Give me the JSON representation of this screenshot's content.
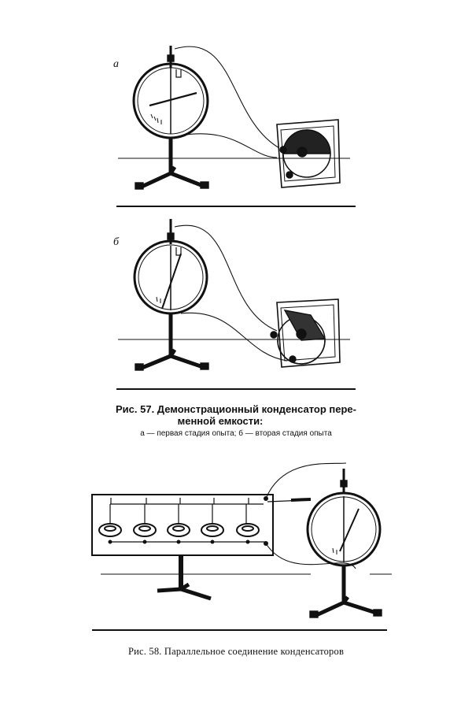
{
  "figure57": {
    "panel_a_label": "а",
    "panel_b_label": "б",
    "caption_line1": "Рис. 57. Демонстрационный конденсатор пере-",
    "caption_line2": "менной емкости:",
    "subcaption": "а — первая стадия опыта; б — вторая стадия опыта"
  },
  "figure58": {
    "caption": "Рис. 58. Параллельное соединение конденсаторов"
  }
}
